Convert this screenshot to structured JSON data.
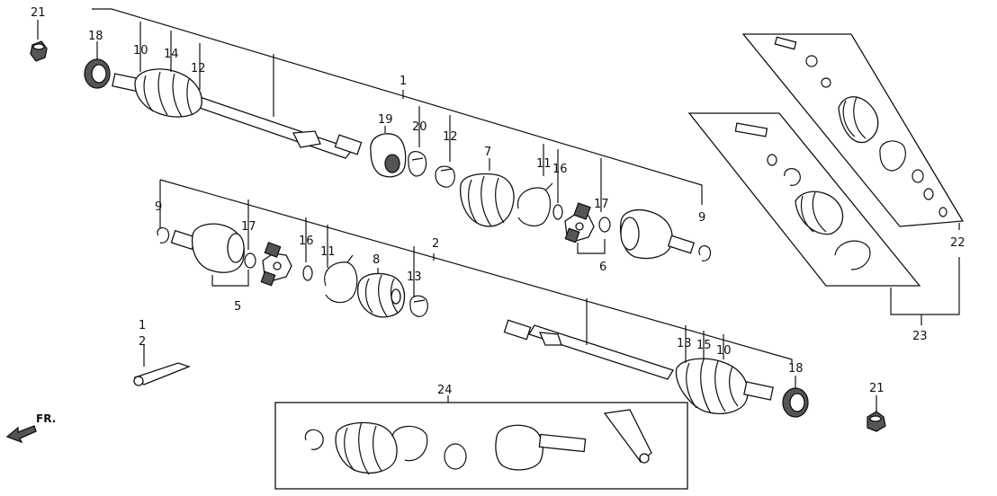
{
  "labels": {
    "l1": "1",
    "l2": "2",
    "l1b": "1",
    "l2b": "2",
    "l5": "5",
    "l6": "6",
    "l7": "7",
    "l8": "8",
    "l9a": "9",
    "l9b": "9",
    "l10a": "10",
    "l10b": "10",
    "l11a": "11",
    "l11b": "11",
    "l12a": "12",
    "l12b": "12",
    "l13a": "13",
    "l13b": "13",
    "l14": "14",
    "l15": "15",
    "l16a": "16",
    "l16b": "16",
    "l17a": "17",
    "l17b": "17",
    "l18a": "18",
    "l18b": "18",
    "l19": "19",
    "l20": "20",
    "l21a": "21",
    "l21b": "21",
    "l22": "22",
    "l23": "23",
    "l24": "24"
  },
  "direction_label": "FR."
}
